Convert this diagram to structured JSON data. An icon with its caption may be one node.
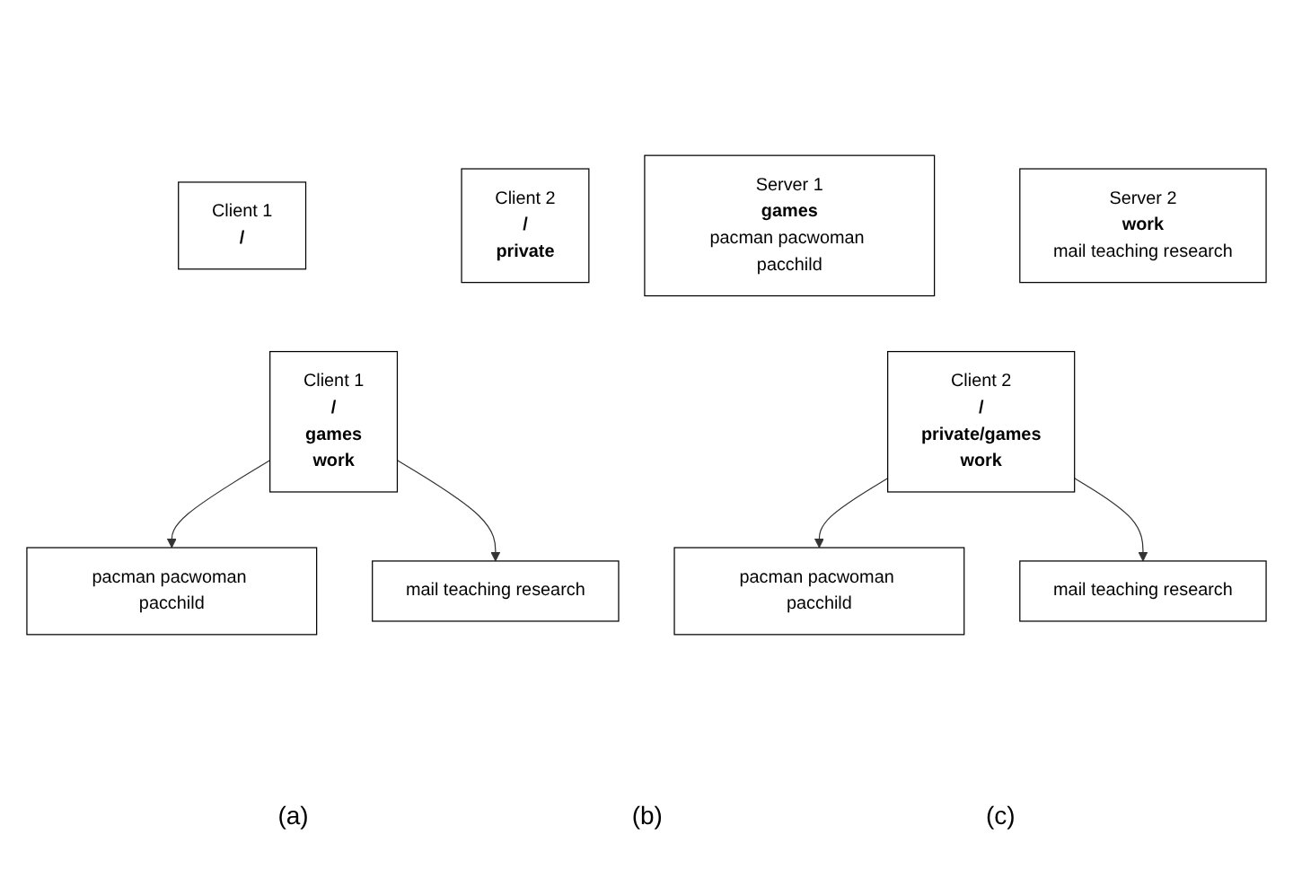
{
  "diagram": {
    "nodes": [
      {
        "text": [
          "Client 1",
          "/"
        ]
      },
      {
        "text": [
          "Client 2",
          "/",
          "private"
        ]
      },
      {
        "text": [
          "Server 1",
          "games",
          "pacman pacwoman pacchild"
        ]
      },
      {
        "text": [
          "Server 2",
          "work",
          "mail teaching research"
        ]
      },
      {
        "text": [
          "Client 1",
          "/",
          "games",
          "work"
        ]
      },
      {
        "text": [
          "pacman pacwoman pacchild"
        ]
      },
      {
        "text": [
          "mail teaching research"
        ]
      },
      {
        "text": [
          "Client 2",
          "/",
          "private/games",
          "work"
        ]
      },
      {
        "text": [
          "pacman pacwoman pacchild"
        ]
      },
      {
        "text": [
          "mail teaching research"
        ]
      }
    ],
    "edges": [
      {
        "from": 4,
        "to": 5,
        "arrow": "to"
      },
      {
        "from": 4,
        "to": 6,
        "arrow": "to"
      },
      {
        "from": 7,
        "to": 8,
        "arrow": "to"
      },
      {
        "from": 7,
        "to": 9,
        "arrow": "to"
      }
    ],
    "labels": [
      "(a)",
      "(b)",
      "(c)"
    ]
  }
}
